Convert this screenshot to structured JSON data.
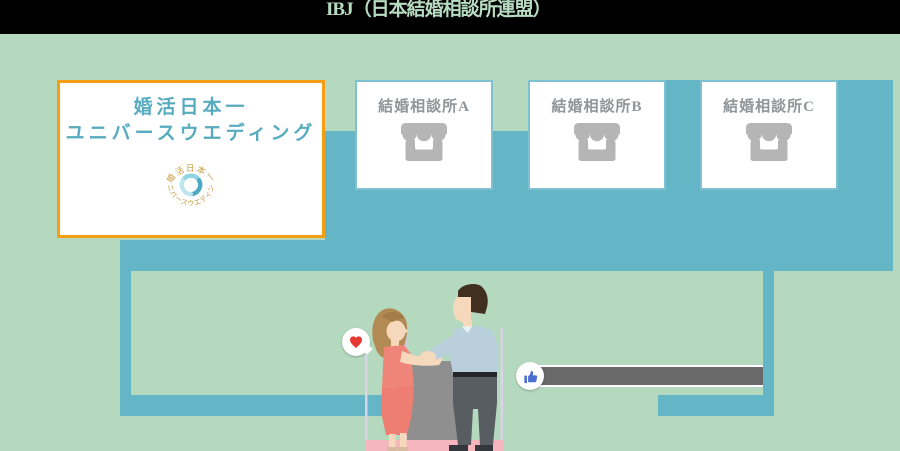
{
  "header": {
    "text": "IBJ（日本結婚相談所連盟）"
  },
  "palette": {
    "header_bg": "#000000",
    "header_text": "#b7dcc1",
    "background_green": "#b4d9be",
    "teal_connector": "#64b5c6",
    "agency_card_border": "#7fc0d3",
    "agency_card_text": "#8f9598",
    "agency_icon_grey": "#b5b5b5",
    "universe_border_orange": "#f59d15",
    "universe_title_teal": "#56abbf",
    "logo_gold": "#c49a3f",
    "support_bar_grey": "#696969",
    "heart_red": "#e6392f",
    "thumb_blue": "#4a6fd2"
  },
  "universe_card": {
    "title_line1": "婚活日本一",
    "title_line2": "ユニバースウエディング",
    "logo": {
      "arc_top_text": "婚活日本一",
      "arc_bottom_text": "ユニバースウエディング"
    }
  },
  "agencies": [
    {
      "label": "結婚相談所A"
    },
    {
      "label": "結婚相談所B"
    },
    {
      "label": "結婚相談所C"
    }
  ],
  "icons": {
    "storefront": "storefront-icon",
    "heart": "heart-icon",
    "thumbs_up": "thumbs-up-icon"
  }
}
